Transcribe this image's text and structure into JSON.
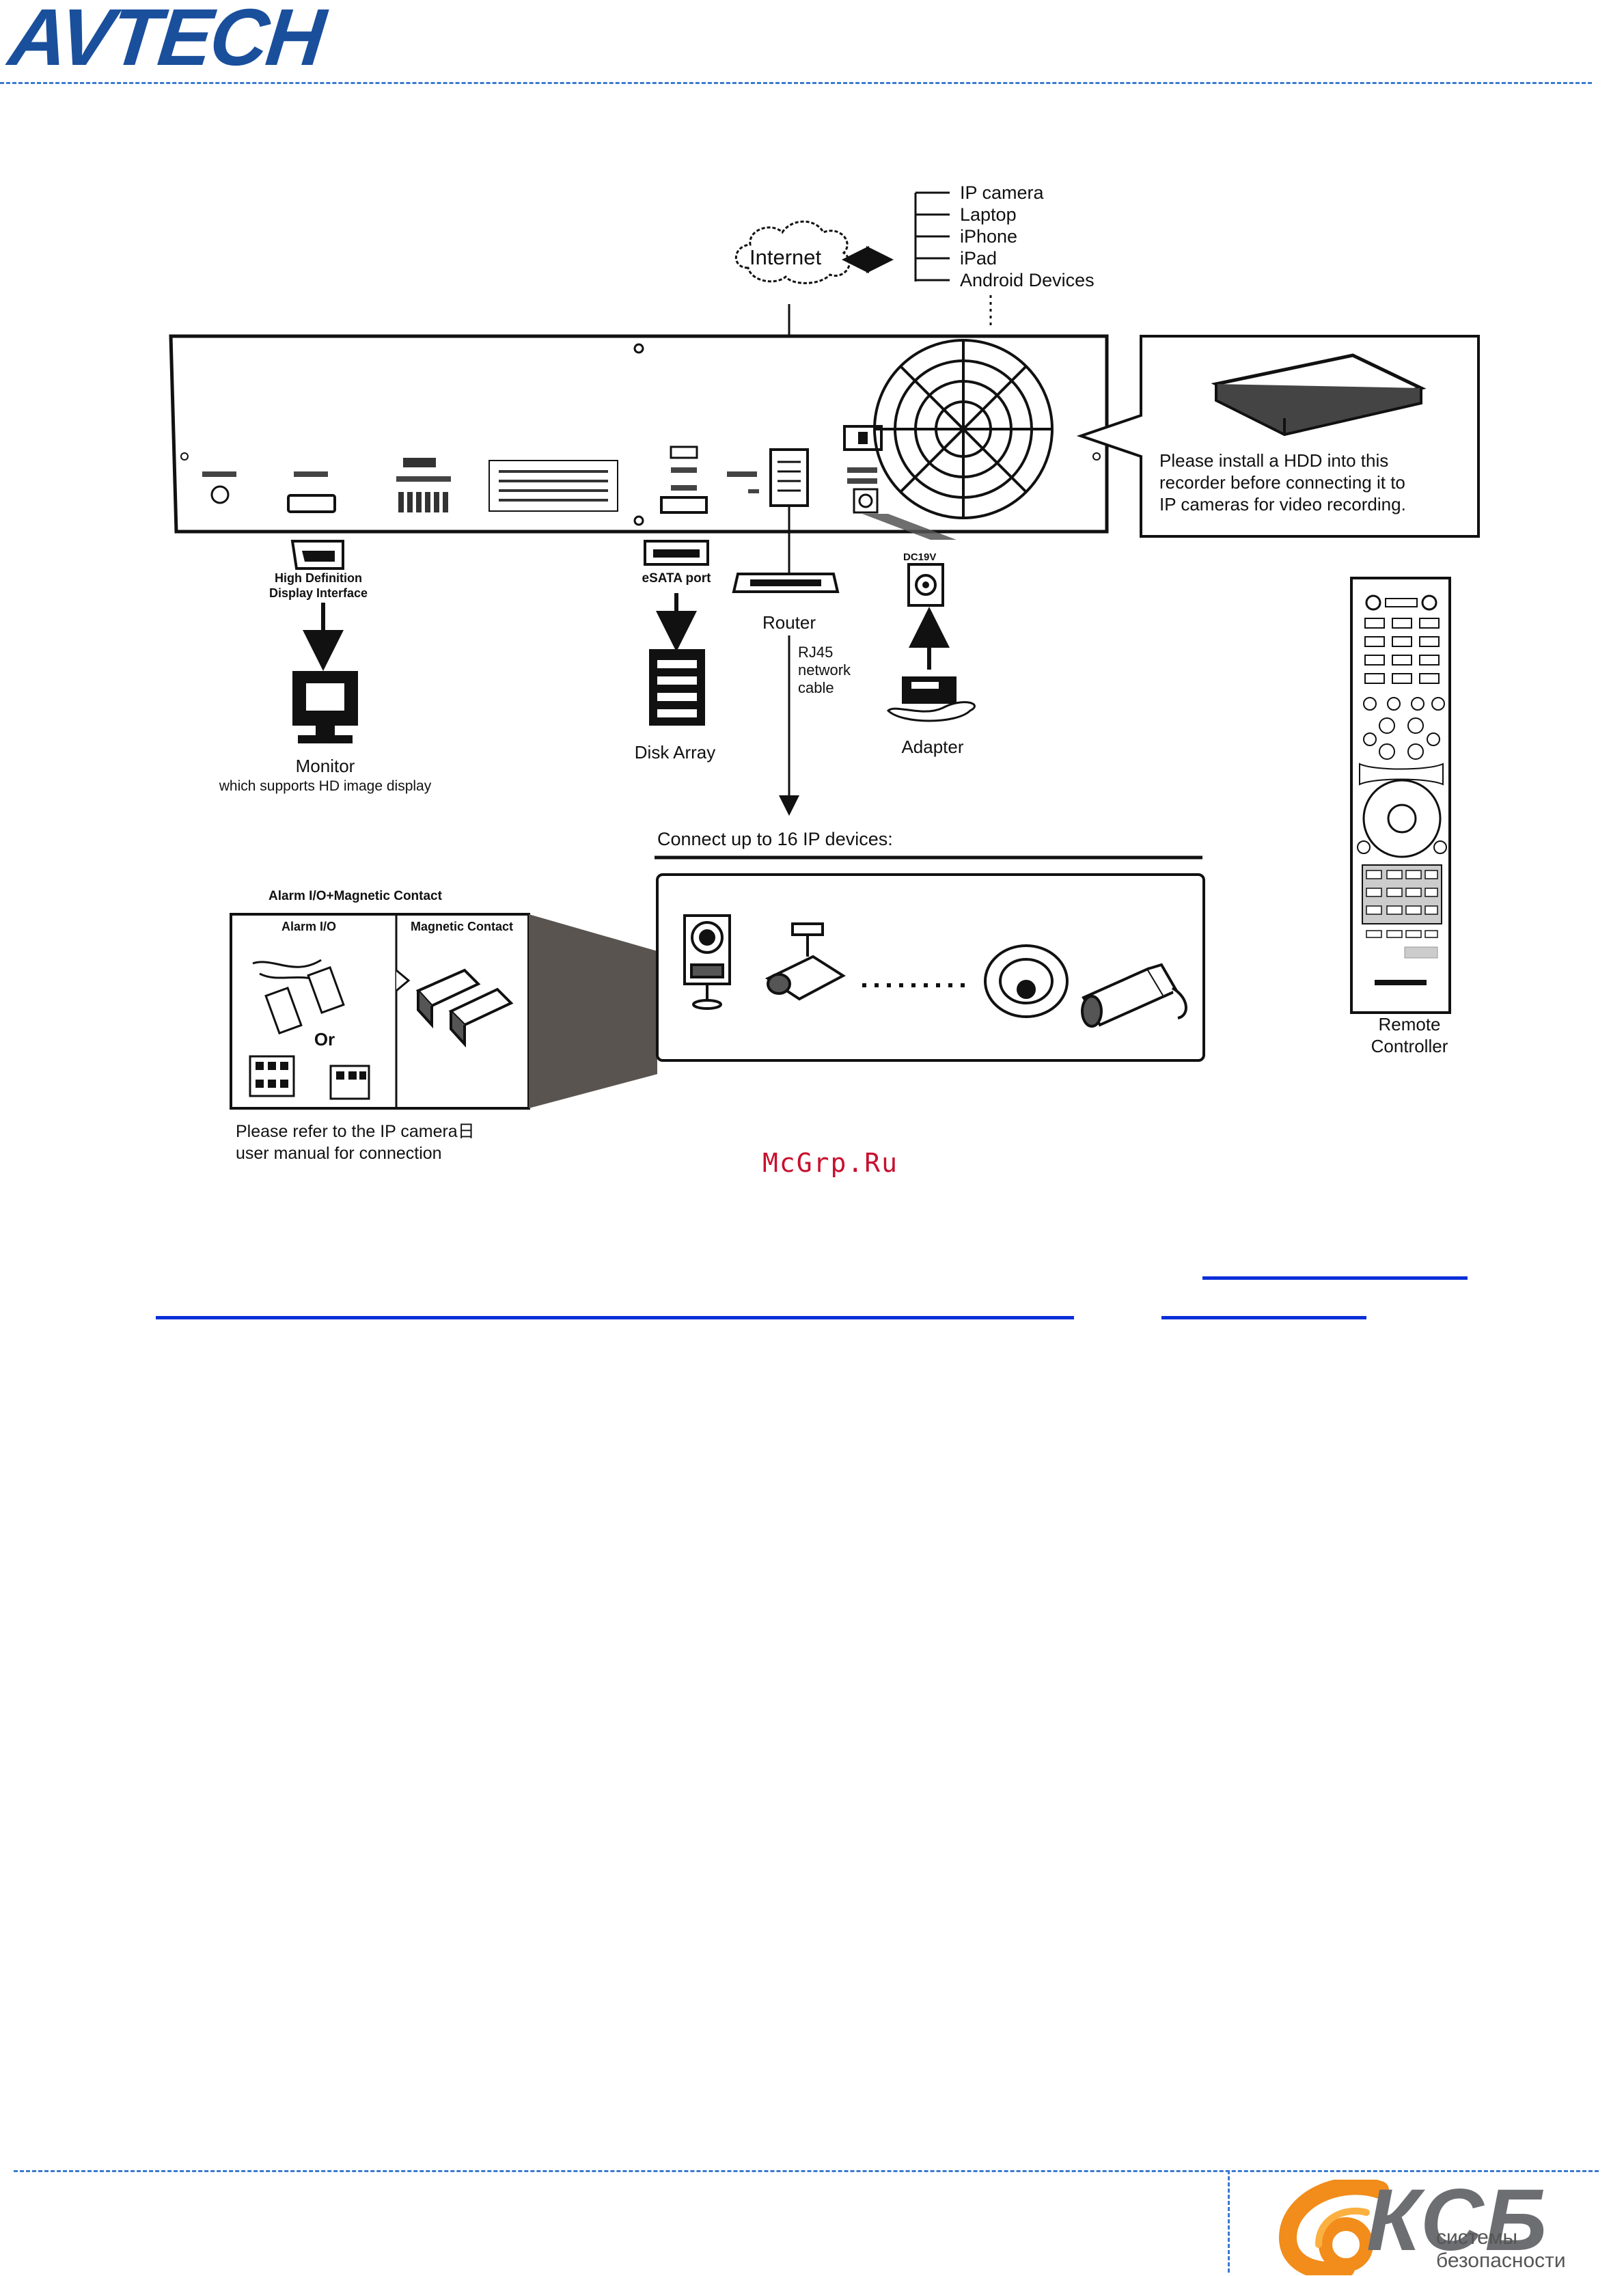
{
  "header": {
    "logo_text": "AVTECH",
    "brand_color": "#1a4f9c",
    "rule_color": "#3b7bd0"
  },
  "diagram": {
    "devices": [
      "IP camera",
      "Laptop",
      "iPhone",
      "iPad",
      "Android Devices"
    ],
    "internet_label": "Internet",
    "hdd_note": [
      "Please install a HDD into this",
      "recorder before connecting it to",
      "IP cameras for video recording."
    ],
    "hdmi_label": [
      "High Definition",
      "Display Interface"
    ],
    "monitor_label": "Monitor",
    "monitor_sub": "which supports HD image display",
    "esata_label": "eSATA port",
    "disk_label": "Disk Array",
    "router_label": "Router",
    "cable_label": [
      "RJ45",
      "network",
      "cable"
    ],
    "dc_label": "DC19V",
    "adapter_label": "Adapter",
    "connect_label": "Connect up to 16 IP devices:",
    "alarm_title": "Alarm I/O+Magnetic Contact",
    "alarm_io": "Alarm I/O",
    "magnetic": "Magnetic Contact",
    "or_label": "Or",
    "alarm_note": [
      "Please refer to the IP camera日",
      "user manual for connection"
    ],
    "remote_label": [
      "Remote",
      "Controller"
    ]
  },
  "watermark": "McGrp.Ru",
  "footer": {
    "ksb_name": "КСБ",
    "ksb_sub": [
      "системы",
      "безопасности"
    ],
    "ksb_accent": "#f28c1a"
  }
}
